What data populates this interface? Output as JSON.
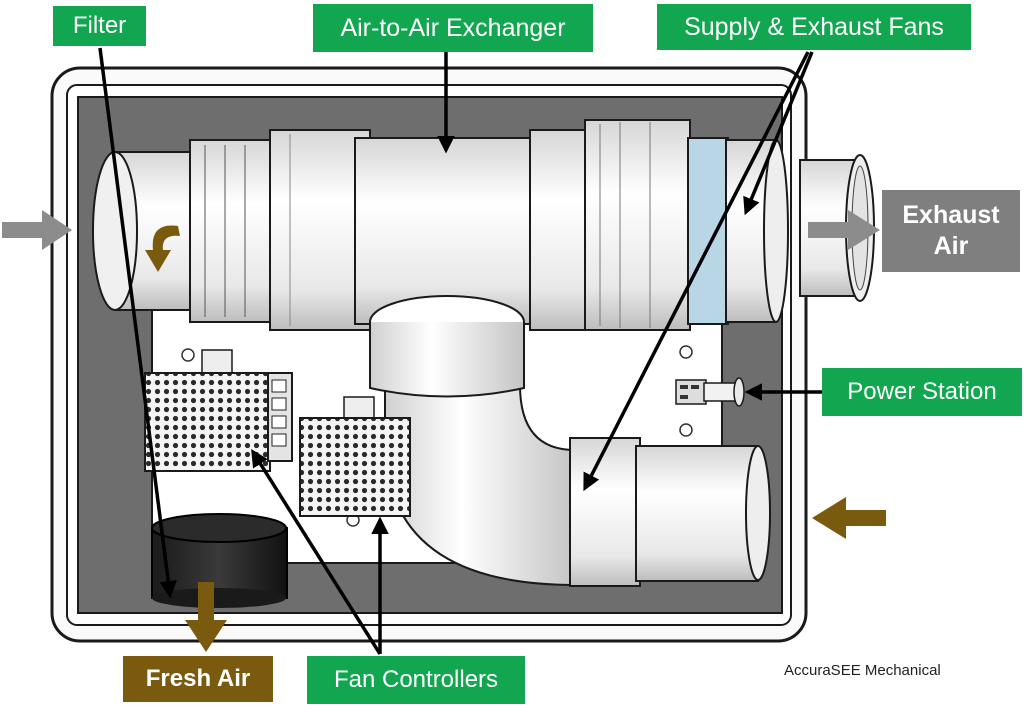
{
  "labels": {
    "filter": "Filter",
    "exchanger": "Air-to-Air Exchanger",
    "fans": "Supply & Exhaust Fans",
    "exhaust_line1": "Exhaust",
    "exhaust_line2": "Air",
    "power_station": "Power Station",
    "fresh_air": "Fresh Air",
    "fan_controllers": "Fan Controllers"
  },
  "credit": "AccuraSEE Mechanical",
  "colors": {
    "label_green": "#12a650",
    "label_gray": "#7f7f7f",
    "fresh_air_brown": "#7a5a0e",
    "flow_arrow_gray": "#8c8c8c",
    "flow_arrow_brown": "#7a5a0e",
    "cabinet_interior": "#6e6e6e",
    "fan_band_blue": "#b9d6e6"
  }
}
